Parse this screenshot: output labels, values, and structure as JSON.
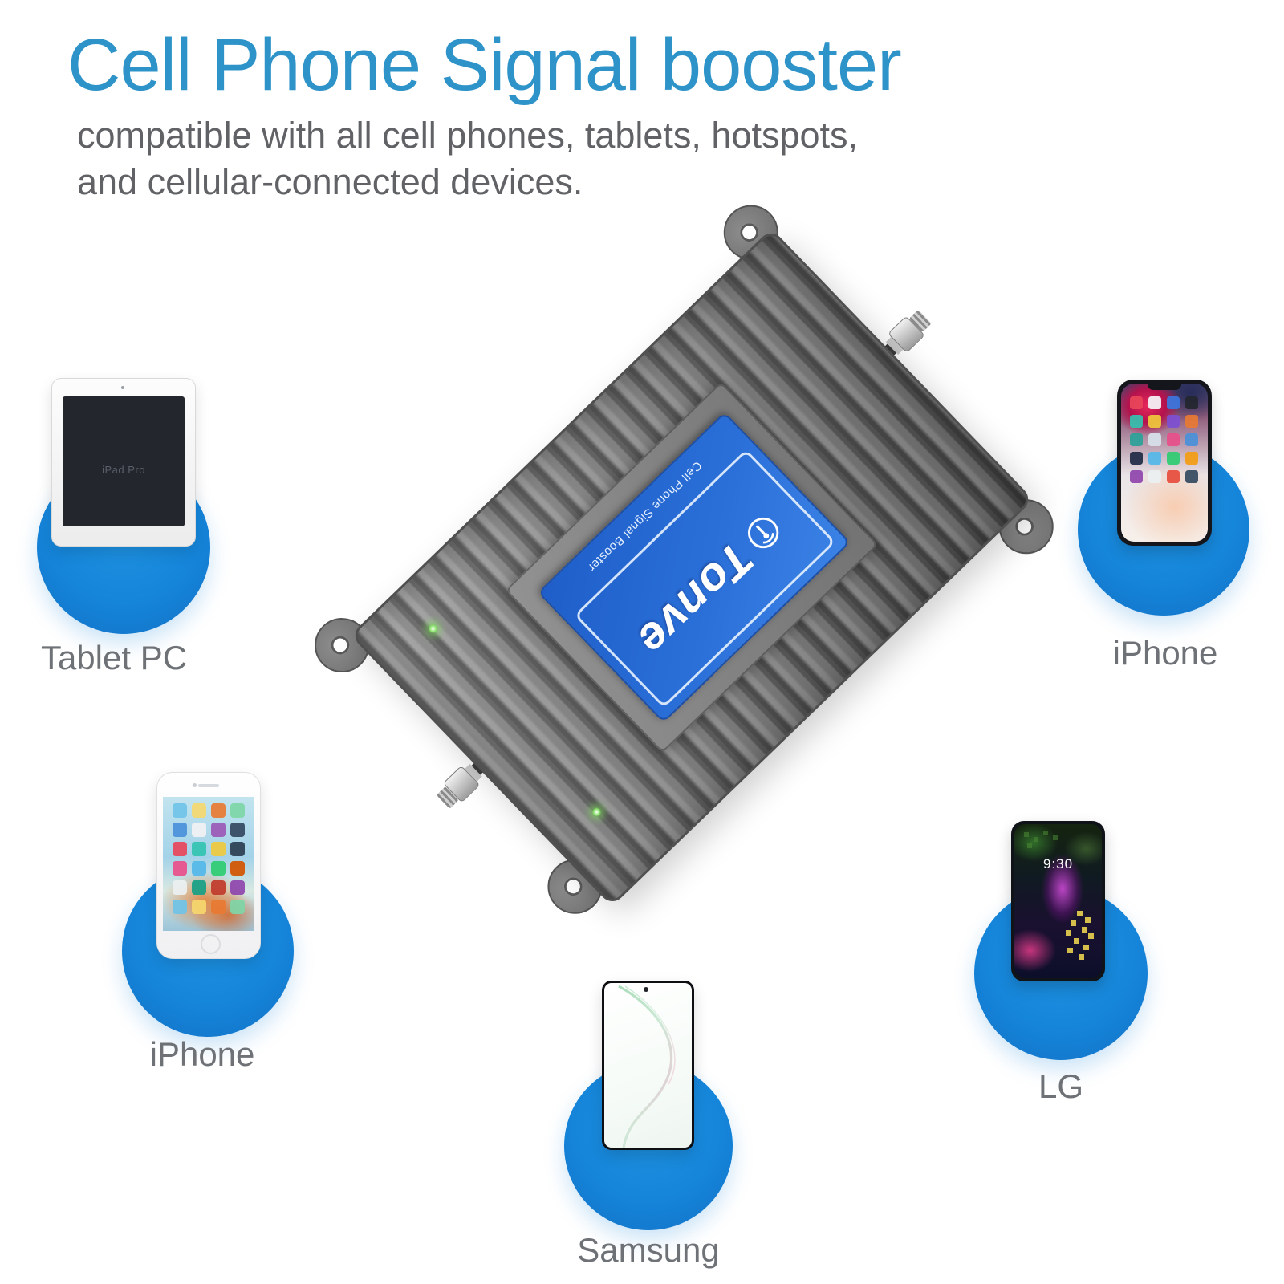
{
  "header": {
    "title": "Cell Phone Signal booster",
    "subtitle_line1": "compatible with all cell phones, tablets, hotspots,",
    "subtitle_line2": "and cellular-connected devices."
  },
  "booster": {
    "brand": "Tonve",
    "label_text": "Cell Phone Signal Booster"
  },
  "devices": [
    {
      "label": "Tablet PC",
      "screen_text": "iPad Pro"
    },
    {
      "label": "iPhone"
    },
    {
      "label": "iPhone"
    },
    {
      "label": "LG",
      "screen_text": "9:30"
    },
    {
      "label": "Samsung"
    }
  ],
  "colors": {
    "title_blue": "#2d93c8",
    "subtitle_gray": "#606266",
    "circle_blue": "#1585da",
    "booster_label_blue": "#2a6fd8",
    "body_gray": "#7b7b7b",
    "led_green": "#8be36b"
  }
}
